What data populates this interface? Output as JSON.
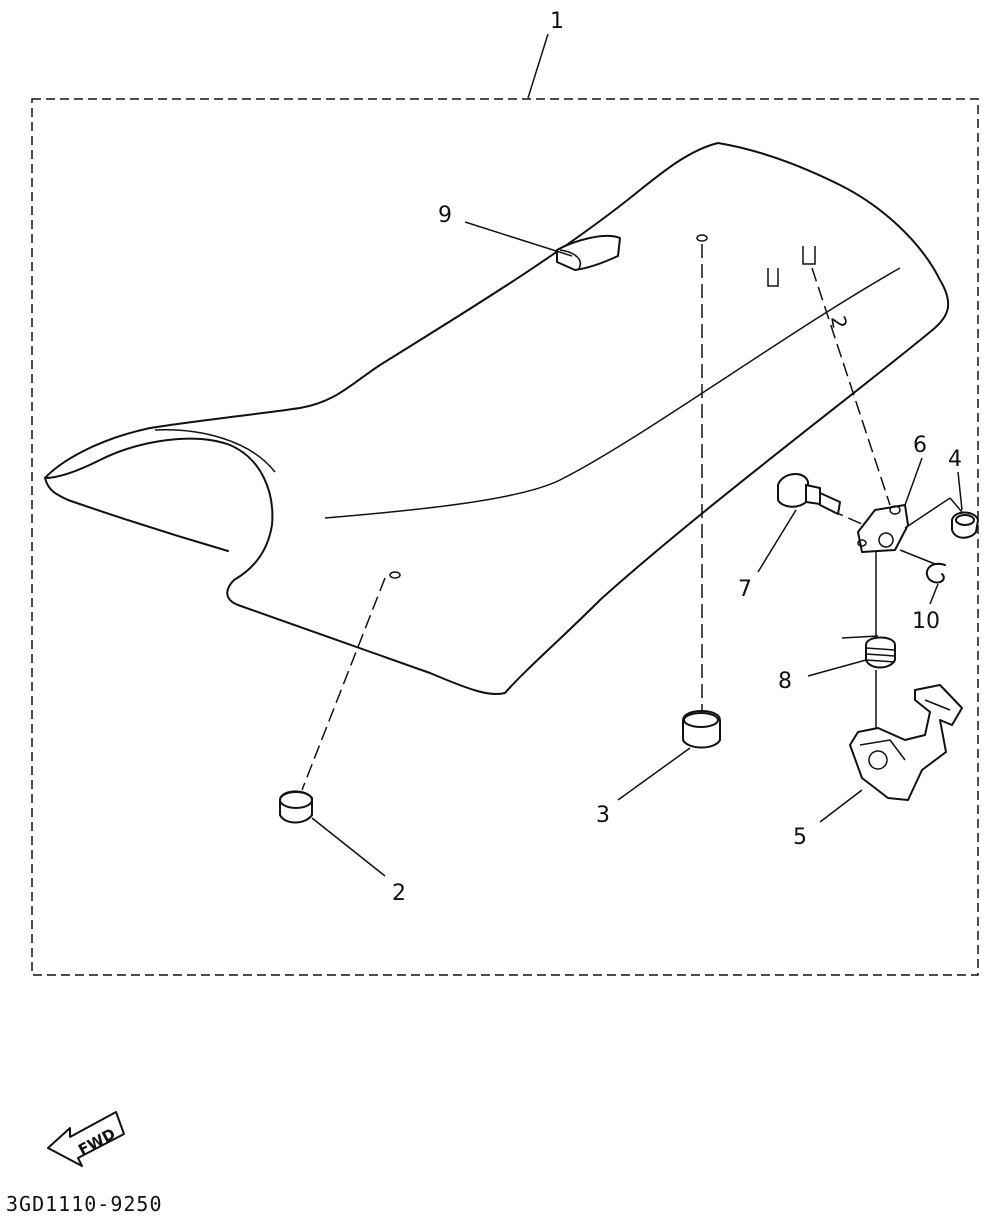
{
  "callouts": {
    "assembly": "1",
    "p2": "2",
    "p3": "3",
    "p4": "4",
    "p5": "5",
    "p6": "6",
    "p7": "7",
    "p8": "8",
    "p9": "9",
    "p10": "10",
    "seat_mark": "2"
  },
  "fwd_label": "FWD",
  "drawing_number": "3GD1110-9250"
}
